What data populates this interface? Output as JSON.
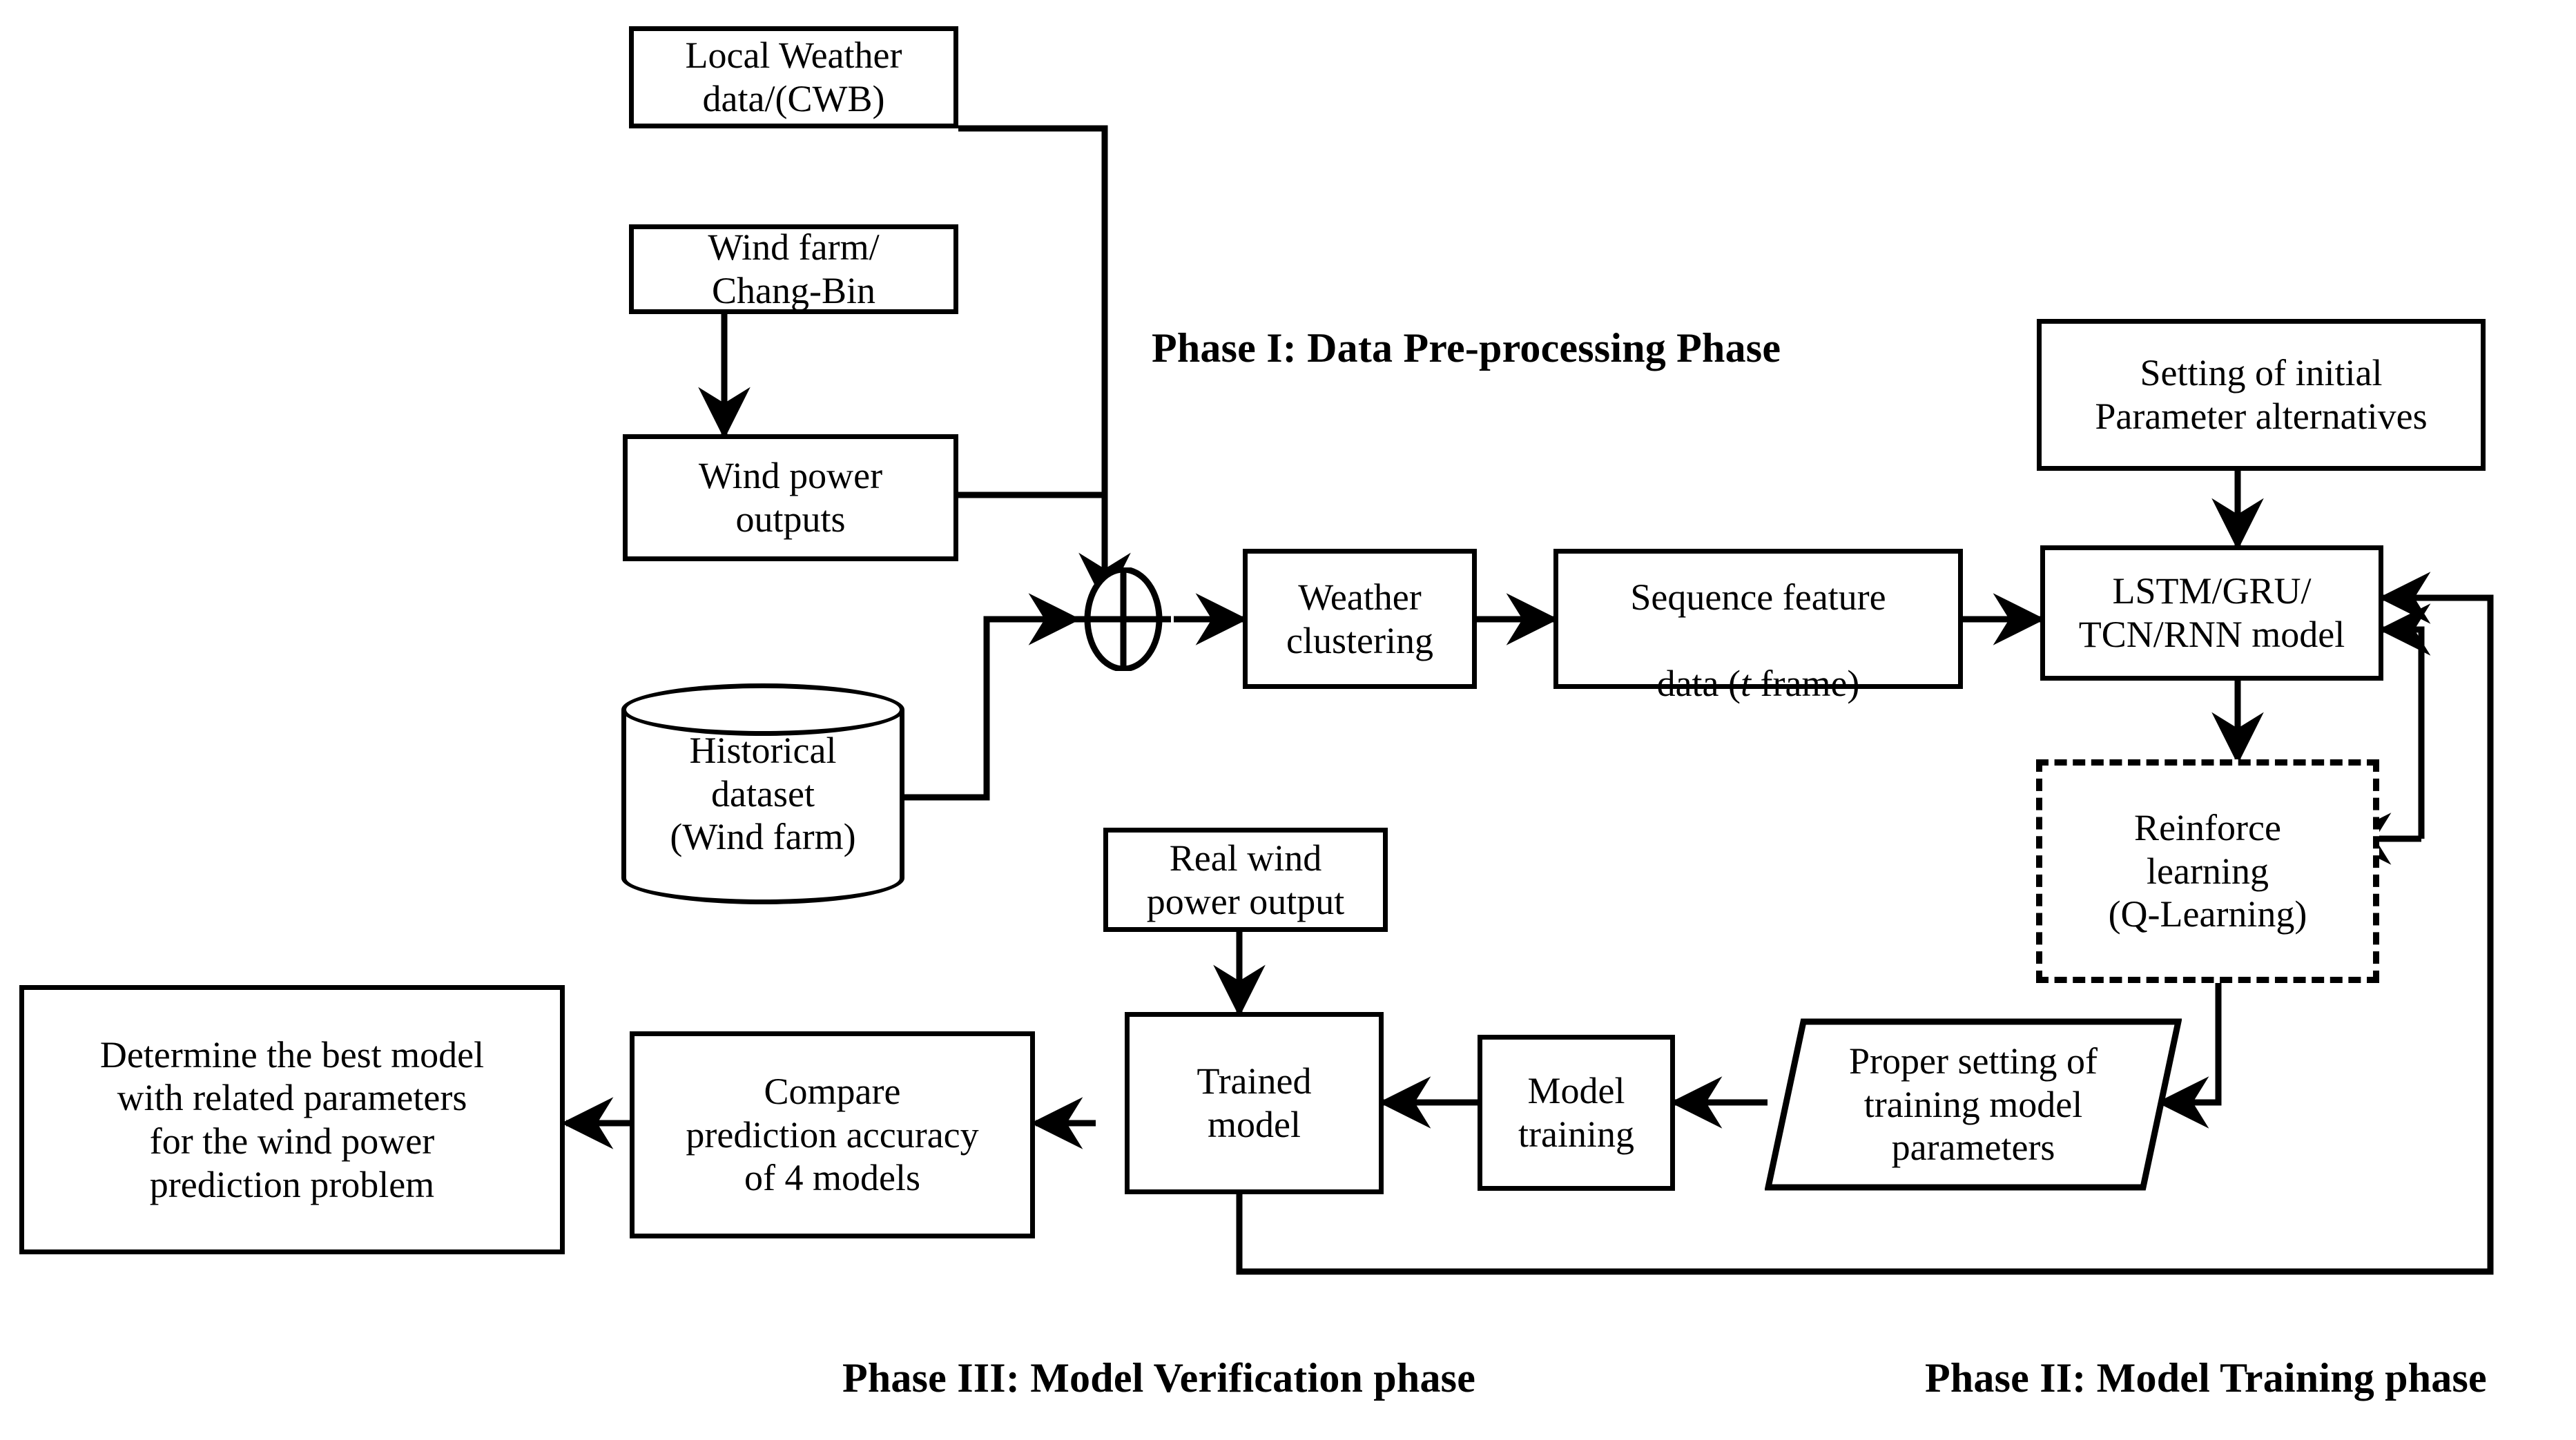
{
  "diagram": {
    "title_present": false,
    "phases": [
      {
        "id": "phase1",
        "label": "Phase I: Data Pre-processing Phase"
      },
      {
        "id": "phase2",
        "label": "Phase II: Model Training phase"
      },
      {
        "id": "phase3",
        "label": "Phase III: Model Verification phase"
      }
    ],
    "nodes": {
      "local_weather": {
        "label": "Local Weather\ndata/(CWB)",
        "shape": "rectangle"
      },
      "wind_farm": {
        "label": "Wind farm/\nChang-Bin",
        "shape": "rectangle"
      },
      "wind_power_outputs": {
        "label": "Wind power\noutputs",
        "shape": "rectangle"
      },
      "historical_dataset": {
        "label": "Historical\ndataset\n(Wind farm)",
        "shape": "cylinder"
      },
      "sum_junction": {
        "label": "",
        "shape": "summing-junction"
      },
      "weather_clustering": {
        "label": "Weather\nclustering",
        "shape": "rectangle"
      },
      "sequence_feature_1": {
        "label": "Sequence feature",
        "shape": "rectangle"
      },
      "sequence_feature_2a": {
        "label": "data (",
        "italic": "t",
        "tail": " frame)"
      },
      "setting_initial": {
        "label": "Setting of initial\nParameter alternatives",
        "shape": "rectangle"
      },
      "model_box": {
        "label": "LSTM/GRU/\nTCN/RNN model",
        "shape": "rectangle"
      },
      "reinforce": {
        "label": "Reinforce\nlearning\n(Q-Learning)",
        "shape": "dashed-rectangle"
      },
      "proper_setting": {
        "label": "Proper setting of\ntraining model\nparameters",
        "shape": "parallelogram"
      },
      "model_training": {
        "label": "Model\ntraining",
        "shape": "rectangle"
      },
      "real_wind": {
        "label": "Real wind\npower output",
        "shape": "rectangle"
      },
      "trained_model": {
        "label": "Trained\nmodel",
        "shape": "rectangle"
      },
      "compare": {
        "label": "Compare\nprediction accuracy\nof 4 models",
        "shape": "rectangle"
      },
      "determine": {
        "label": "Determine the best model\nwith related parameters\nfor the wind power\nprediction problem",
        "shape": "rectangle"
      }
    },
    "colors": {
      "stroke": "#000000",
      "fill": "#ffffff",
      "background": "#ffffff"
    }
  }
}
